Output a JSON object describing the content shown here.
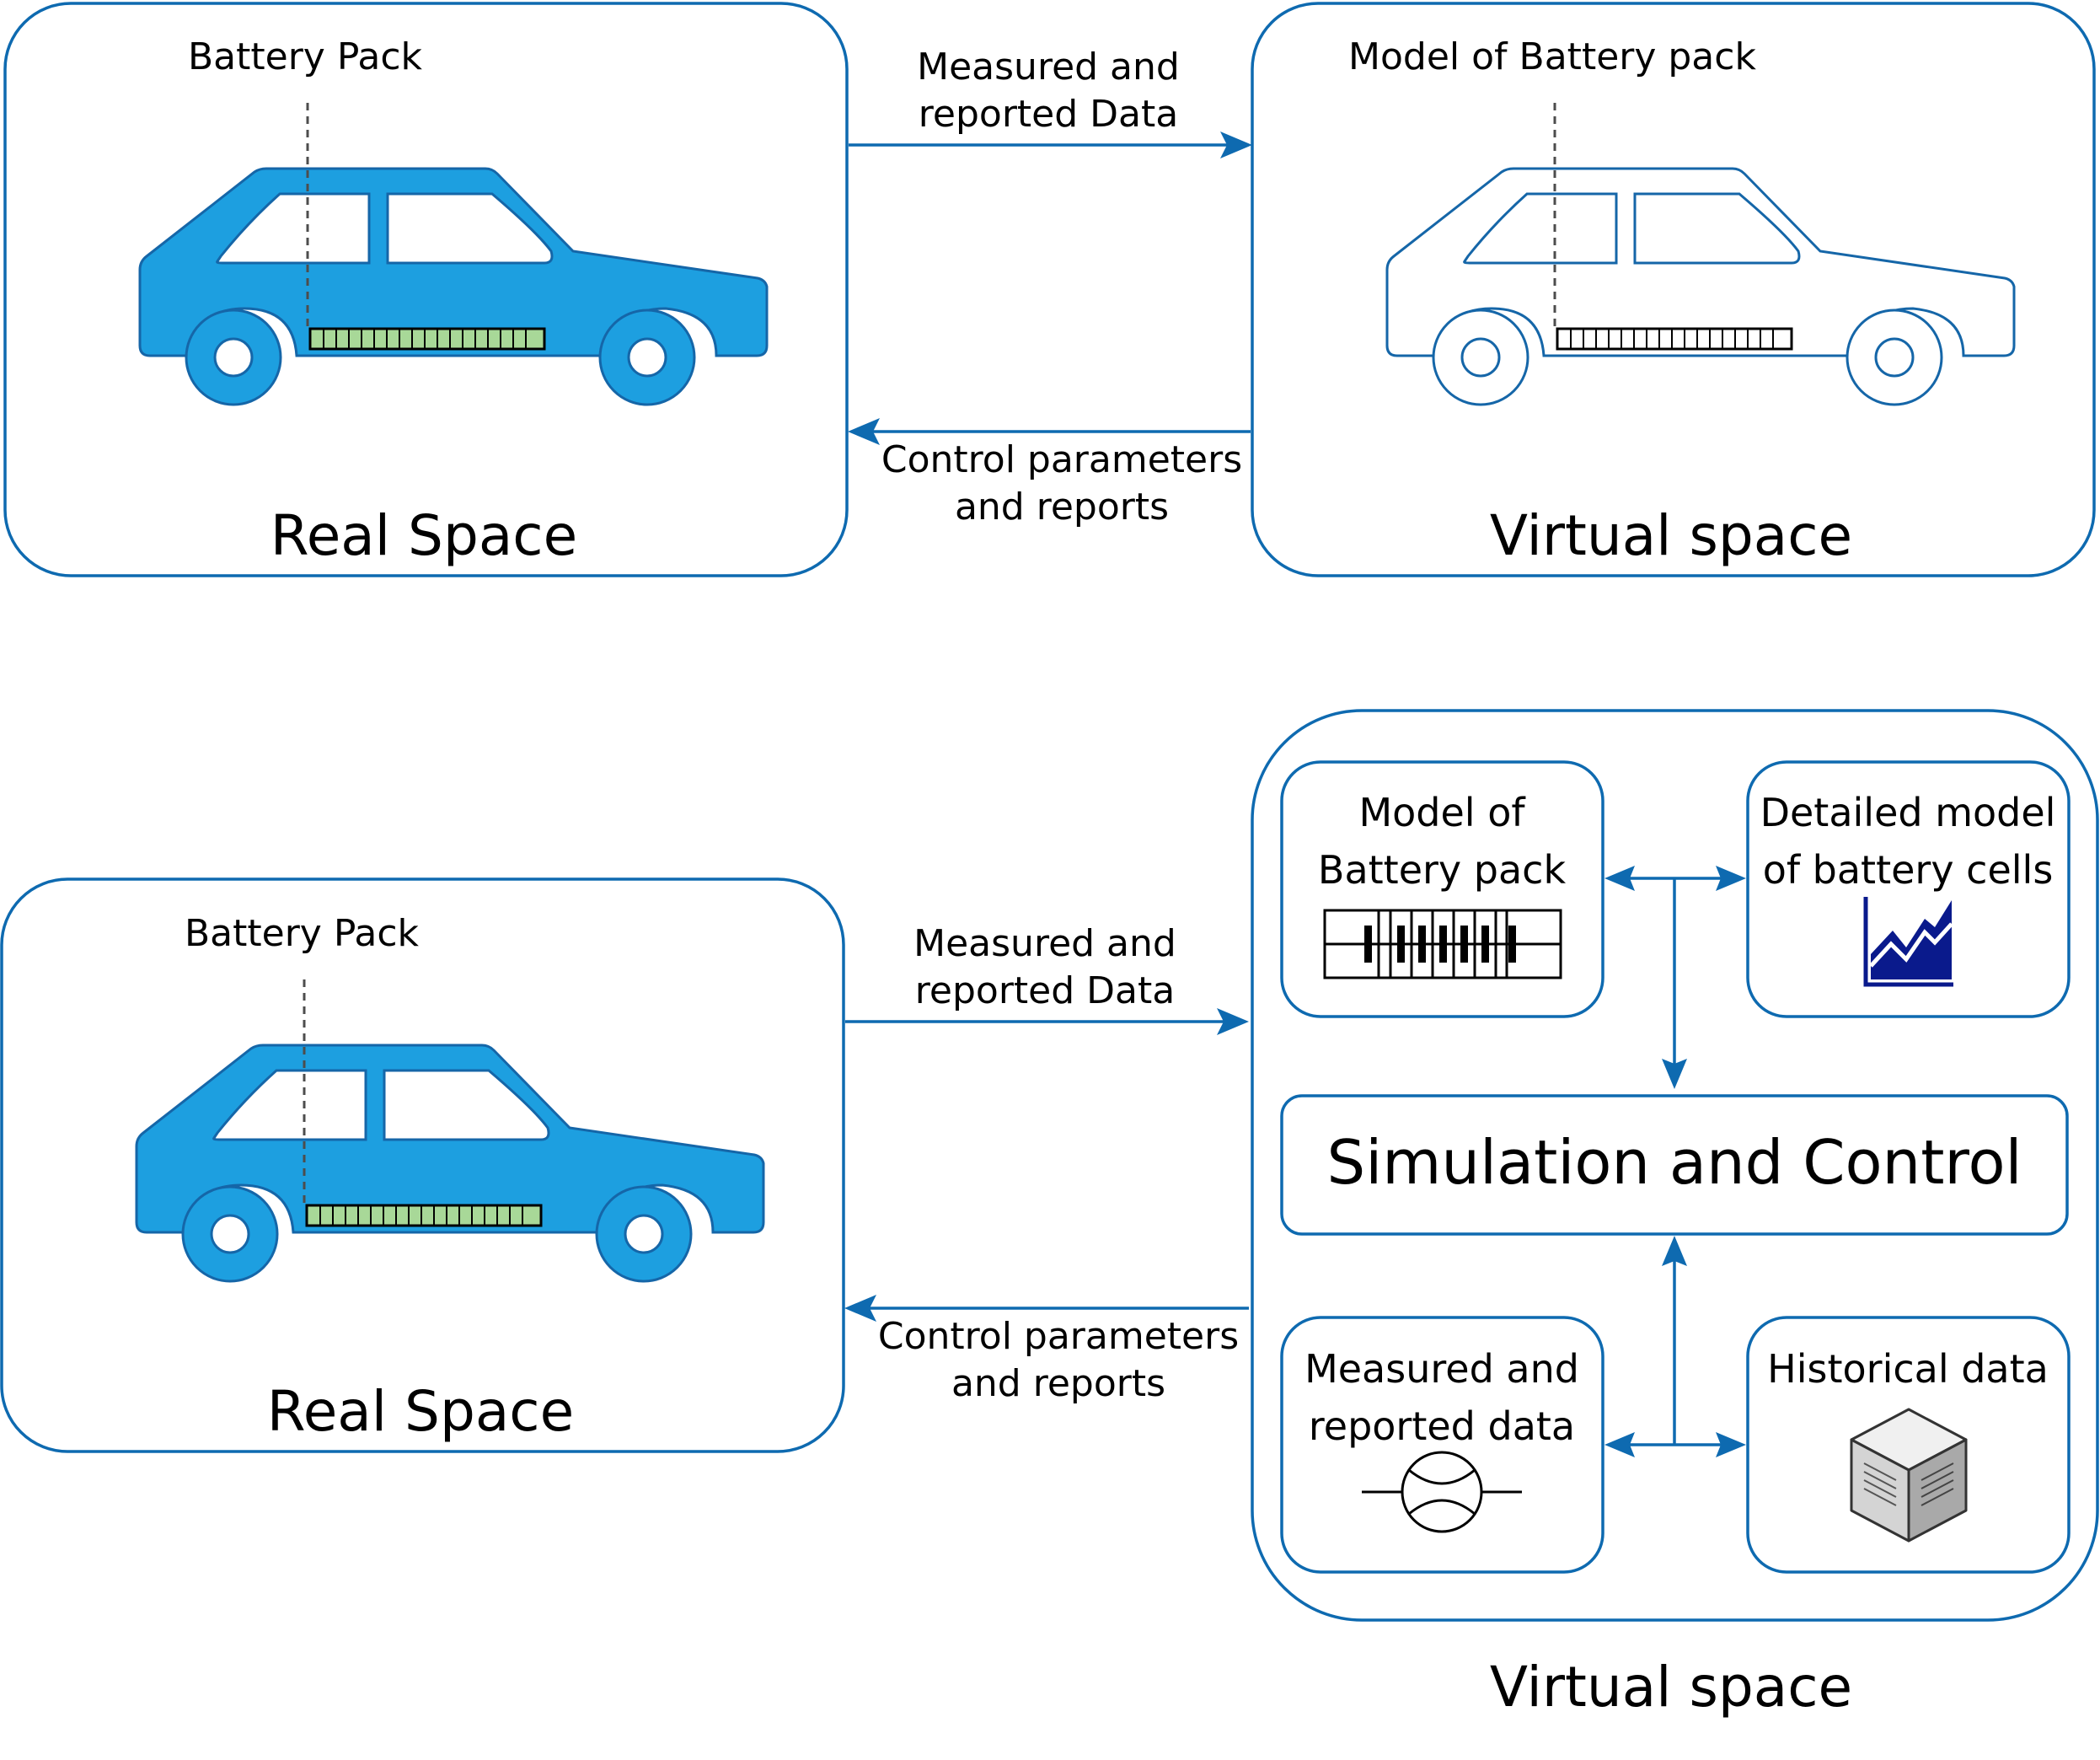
{
  "top": {
    "real_space": {
      "title": "Real Space",
      "battery_label": "Battery Pack"
    },
    "virtual_space": {
      "title": "Virtual space",
      "battery_label": "Model of Battery pack"
    },
    "arrow_forward": {
      "line1": "Measured and",
      "line2": "reported Data"
    },
    "arrow_back": {
      "line1": "Control parameters",
      "line2": "and reports"
    }
  },
  "bottom": {
    "real_space": {
      "title": "Real Space",
      "battery_label": "Battery Pack"
    },
    "virtual_space": {
      "title": "Virtual space",
      "model_pack": {
        "line1": "Model of",
        "line2": "Battery pack",
        "icon": "battery-circuit-icon"
      },
      "cell_model": {
        "line1": "Detailed model",
        "line2": "of battery cells",
        "icon": "area-chart-icon"
      },
      "simulation": "Simulation and Control",
      "measured": {
        "line1": "Measured and",
        "line2": "reported data",
        "icon": "measurement-gauge-icon"
      },
      "historical": {
        "line1": "Historical data",
        "icon": "server-cube-icon"
      }
    },
    "arrow_forward": {
      "line1": "Measured and",
      "line2": "reported Data"
    },
    "arrow_back": {
      "line1": "Control parameters",
      "line2": "and reports"
    }
  },
  "colors": {
    "border": "#0e6ab0",
    "car_fill": "#1d9fe0",
    "battery_cell": "#a8d898",
    "chart": "#0a1a8c"
  }
}
